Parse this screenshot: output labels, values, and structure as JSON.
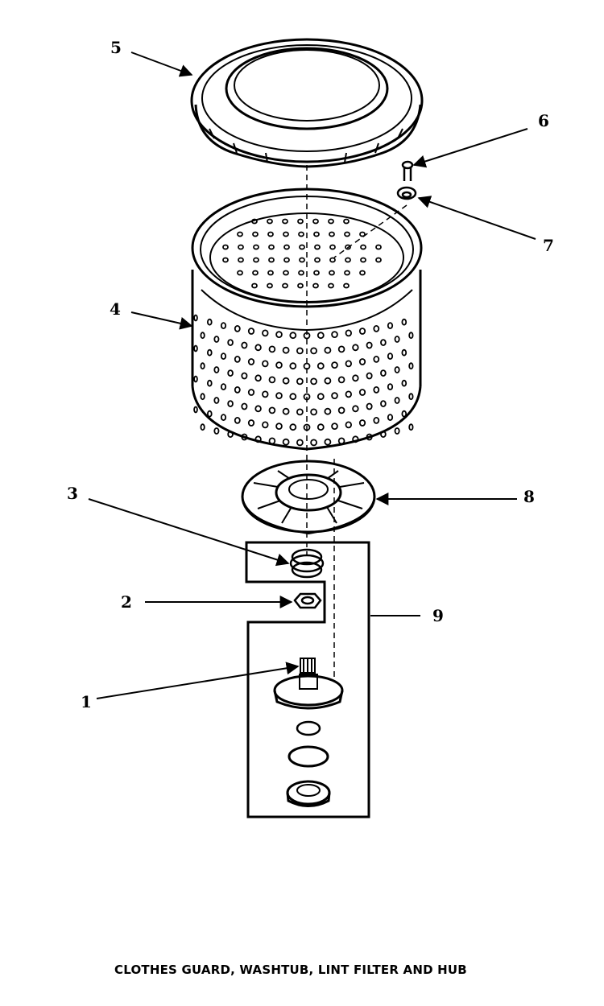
{
  "callouts": {
    "c1": "1",
    "c2": "2",
    "c3": "3",
    "c4": "4",
    "c5": "5",
    "c6": "6",
    "c7": "7",
    "c8": "8",
    "c9": "9"
  },
  "caption": "CLOTHES GUARD, WASHTUB, LINT FILTER AND HUB",
  "colors": {
    "ink": "#000000",
    "paper": "#ffffff"
  }
}
